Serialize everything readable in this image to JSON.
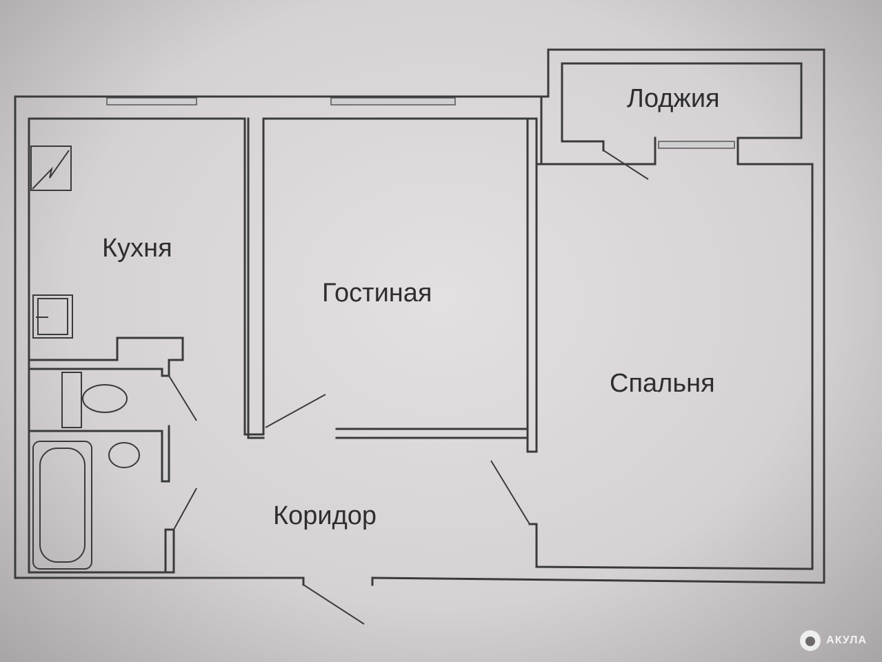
{
  "rooms": {
    "kitchen": "Кухня",
    "living_room": "Гостиная",
    "bedroom": "Спальня",
    "loggia": "Лоджия",
    "corridor": "Коридор"
  },
  "watermark": "АКУЛА"
}
